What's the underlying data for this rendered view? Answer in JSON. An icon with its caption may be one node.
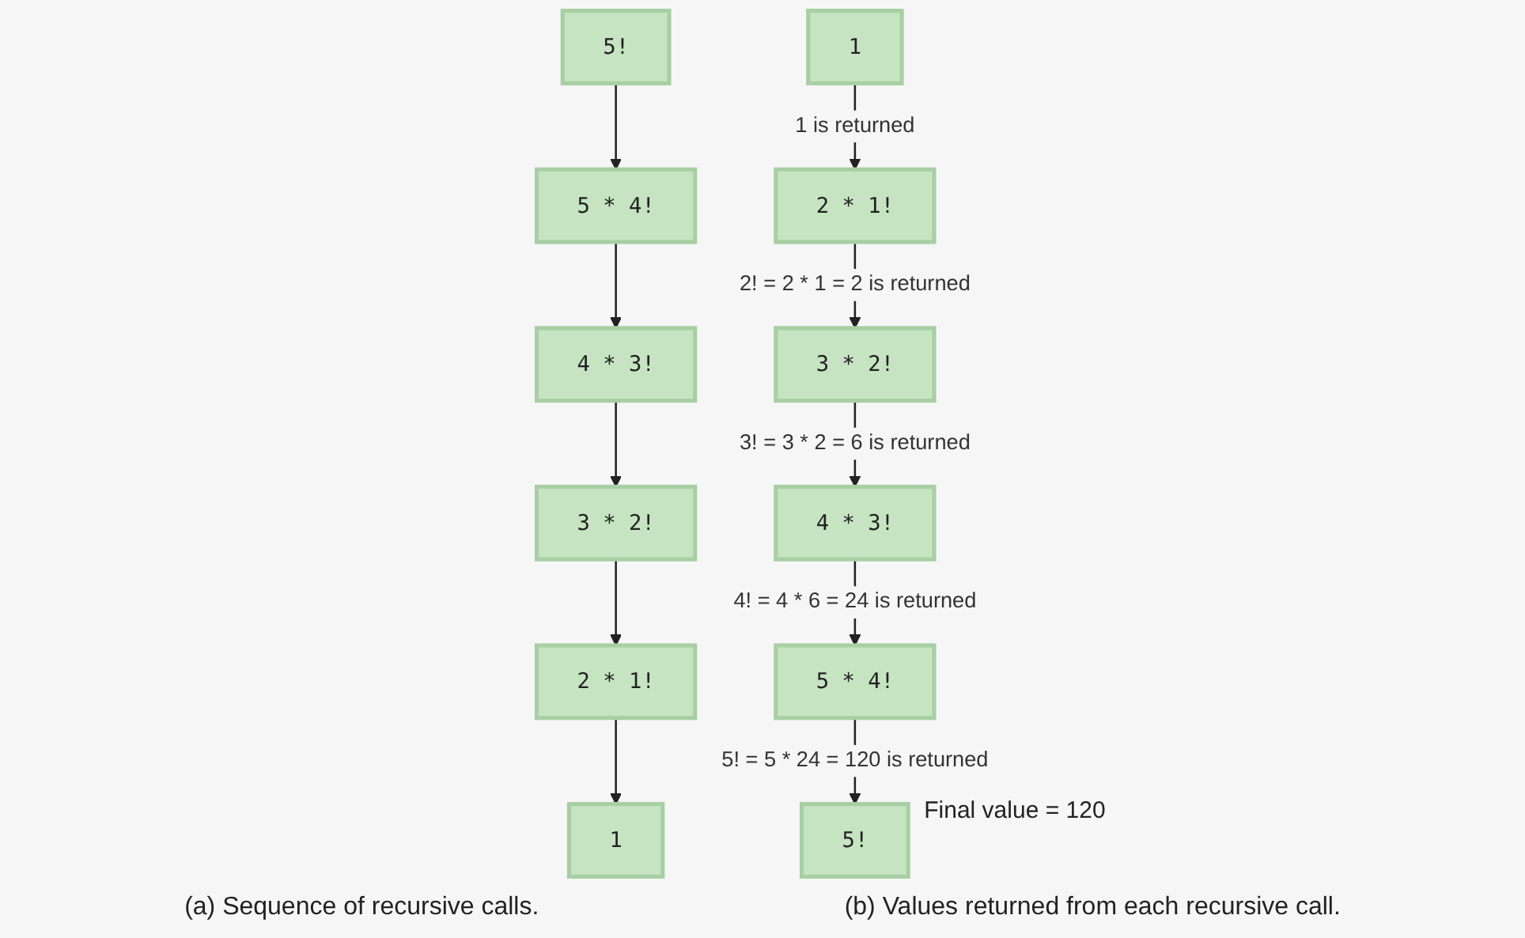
{
  "diagram": {
    "nodes": [
      {
        "text": [
          "5!"
        ]
      },
      {
        "text": [
          "5 * 4!"
        ]
      },
      {
        "text": [
          "4 * 3!"
        ]
      },
      {
        "text": [
          "3 * 2!"
        ]
      },
      {
        "text": [
          "2 * 1!"
        ]
      },
      {
        "text": [
          "1"
        ]
      },
      {
        "text": [
          "5!"
        ],
        "beside": [
          "Final value = 120"
        ]
      },
      {
        "text": [
          "5 * 4!"
        ]
      },
      {
        "text": [
          "4 * 3!"
        ]
      },
      {
        "text": [
          "3 * 2!"
        ]
      },
      {
        "text": [
          "2 * 1!"
        ]
      },
      {
        "text": [
          "1"
        ]
      }
    ],
    "edges": [
      {
        "from": 0,
        "to": 1,
        "arrow": "to"
      },
      {
        "from": 1,
        "to": 2,
        "arrow": "to"
      },
      {
        "from": 2,
        "to": 3,
        "arrow": "to"
      },
      {
        "from": 3,
        "to": 4,
        "arrow": "to"
      },
      {
        "from": 4,
        "to": 5,
        "arrow": "to"
      },
      {
        "from": 7,
        "to": 6,
        "arrow": "to",
        "label": "5! = 5 * 24 = 120 is returned"
      },
      {
        "from": 8,
        "to": 7,
        "arrow": "to",
        "label": "4! = 4 * 6 = 24 is returned"
      },
      {
        "from": 9,
        "to": 8,
        "arrow": "to",
        "label": "3! = 3 * 2 = 6 is returned"
      },
      {
        "from": 10,
        "to": 9,
        "arrow": "to",
        "label": "2! = 2 * 1 = 2 is returned"
      },
      {
        "from": 11,
        "to": 10,
        "arrow": "to",
        "label": "1 is returned"
      }
    ],
    "labels": [
      "(a) Sequence of recursive calls.",
      "(b) Values returned from each recursive call."
    ]
  }
}
